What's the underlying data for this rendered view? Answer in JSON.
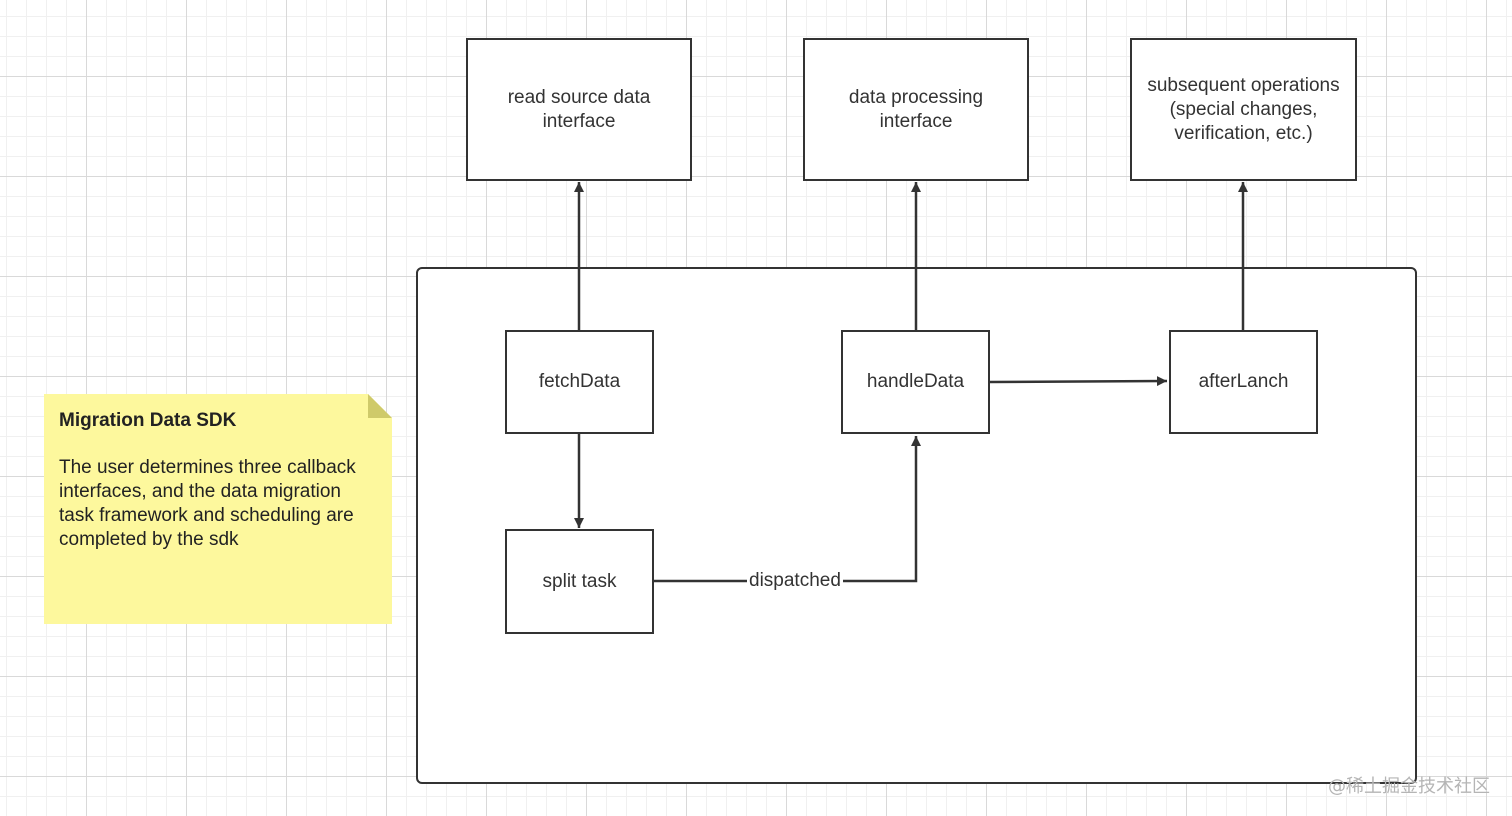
{
  "boxes": {
    "read_source": "read source data interface",
    "data_processing": "data processing interface",
    "subsequent_ops": "subsequent operations (special changes, verification, etc.)",
    "fetch_data": "fetchData",
    "handle_data": "handleData",
    "after_lanch": "afterLanch",
    "split_task": "split task"
  },
  "edges": {
    "dispatched_label": "dispatched"
  },
  "note": {
    "title": "Migration Data SDK",
    "body": "The user determines three callback interfaces, and the data migration task framework and scheduling are completed by the sdk"
  },
  "watermark": "@稀土掘金技术社区",
  "colors": {
    "stroke": "#333333",
    "note_fill": "#fdf89d",
    "grid": "#d9d9d9"
  }
}
